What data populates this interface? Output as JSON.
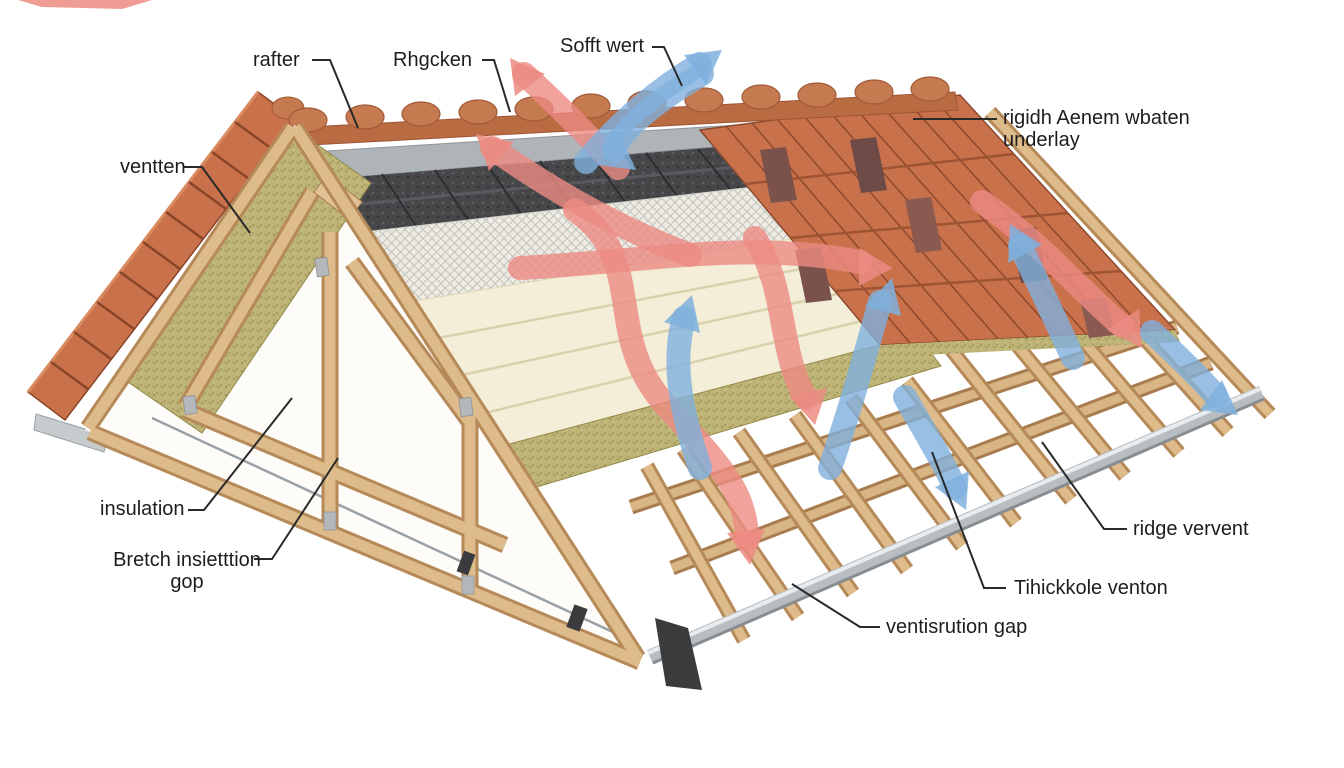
{
  "title": "Roof construction ventilation diagram",
  "colors": {
    "background": "#ffffff",
    "label_text": "#1d1d1d",
    "leader_line": "#2a2a2a",
    "tile": "#c8714a",
    "tile_dark": "#7b524b",
    "ridge_cap": "#c67a4f",
    "wood": "#ddbb8a",
    "wood_edge": "#b68a58",
    "insulation_olive": "#beb377",
    "panel_cream": "#f4eed8",
    "membrane_mesh": "#edebe3",
    "batten_dark": "#47474a",
    "metal": "#b7bdc1",
    "arrow_warm": "#ec8b82",
    "arrow_cool": "#7fb0dd"
  },
  "labels": {
    "rafter": "rafter",
    "ridge_batten": "Rhgcken",
    "soffit_vent": "Sofft wert",
    "membrane_underlay_line1": "rigidh Aenem wbaten",
    "membrane_underlay_line2": "underlay",
    "gable_vent": "ventten",
    "insulation": "insulation",
    "breather_gap_line1": "Bretch insietttion",
    "breather_gap_line2": "gop",
    "ridge_vent": "ridge vervent",
    "eaves_vent": "Tihickkole venton",
    "ventilation_gap": "ventisrution gap"
  }
}
